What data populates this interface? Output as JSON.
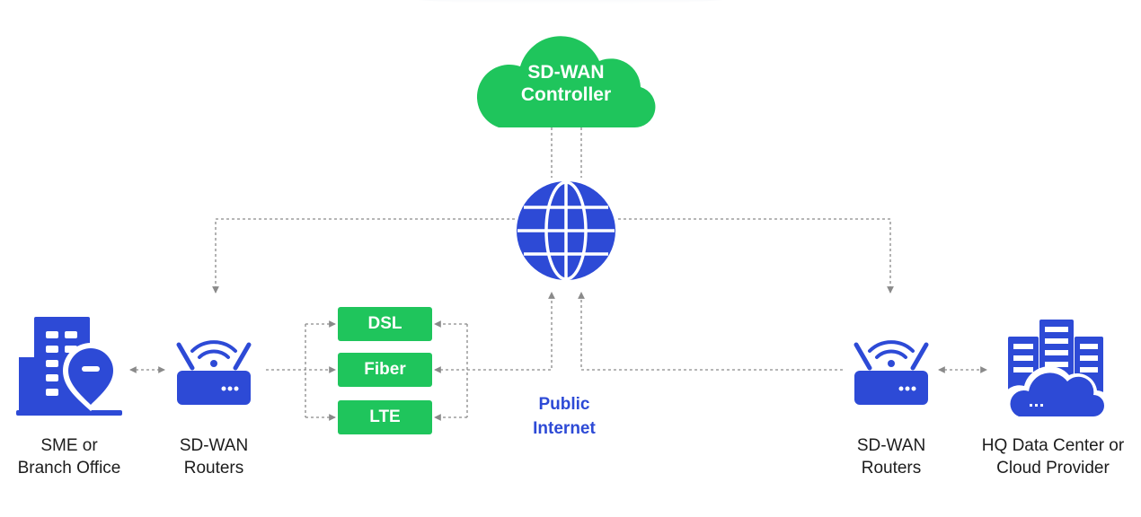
{
  "controller": {
    "line1": "SD-WAN",
    "line2": "Controller"
  },
  "links": [
    "DSL",
    "Fiber",
    "LTE"
  ],
  "internet": {
    "line1": "Public",
    "line2": "Internet"
  },
  "branch": {
    "line1": "SME or",
    "line2": "Branch Office"
  },
  "routers_left": {
    "line1": "SD-WAN",
    "line2": "Routers"
  },
  "routers_right": {
    "line1": "SD-WAN",
    "line2": "Routers"
  },
  "hq": {
    "line1": "HQ Data Center or",
    "line2": "Cloud Provider"
  },
  "colors": {
    "green": "#1fc55c",
    "blue": "#2d4ad6",
    "connector": "#8a8a8a"
  }
}
